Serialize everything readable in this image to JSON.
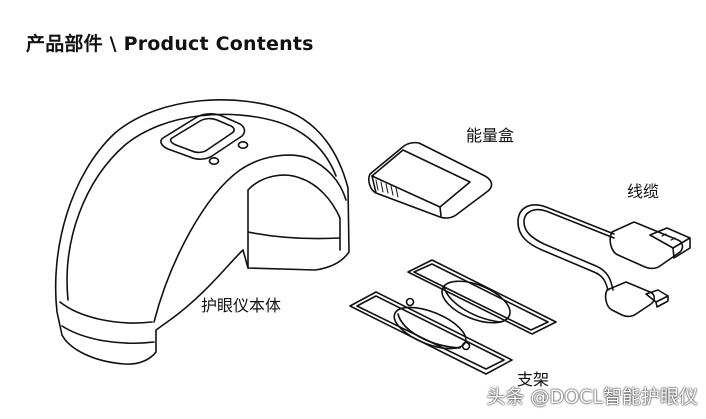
{
  "header": {
    "title": "产品部件 \\ Product Contents"
  },
  "parts": {
    "main_unit": "护眼仪本体",
    "energy_box": "能量盒",
    "cable": "线缆",
    "stand": "支架"
  },
  "watermark": "头条 @DOCL智能护眼仪",
  "colors": {
    "line": "#111111",
    "background": "#ffffff"
  },
  "icons": [
    "eye-massager-device",
    "energy-box",
    "usb-cable",
    "stand-plates"
  ]
}
